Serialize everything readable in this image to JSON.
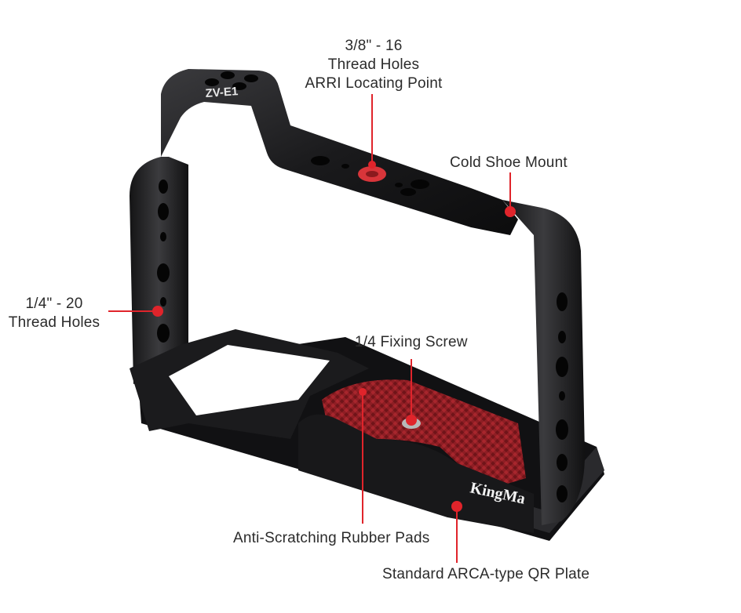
{
  "product": {
    "model_engraving": "ZV-E1",
    "brand_engraving": "KingMa",
    "accent_color": "#e0242b",
    "body_color": "#1c1c1e",
    "pad_color": "#8e1e24"
  },
  "callouts": {
    "top_holes": {
      "line1": "3/8\" - 16",
      "line2": "Thread Holes",
      "line3": "ARRI Locating Point"
    },
    "cold_shoe": {
      "text": "Cold Shoe Mount"
    },
    "side_holes": {
      "line1": "1/4\" - 20",
      "line2": "Thread Holes"
    },
    "fixing_screw": {
      "text": "1/4 Fixing Screw"
    },
    "rubber_pads": {
      "text": "Anti-Scratching Rubber Pads"
    },
    "qr_plate": {
      "text": "Standard ARCA-type QR Plate"
    }
  }
}
